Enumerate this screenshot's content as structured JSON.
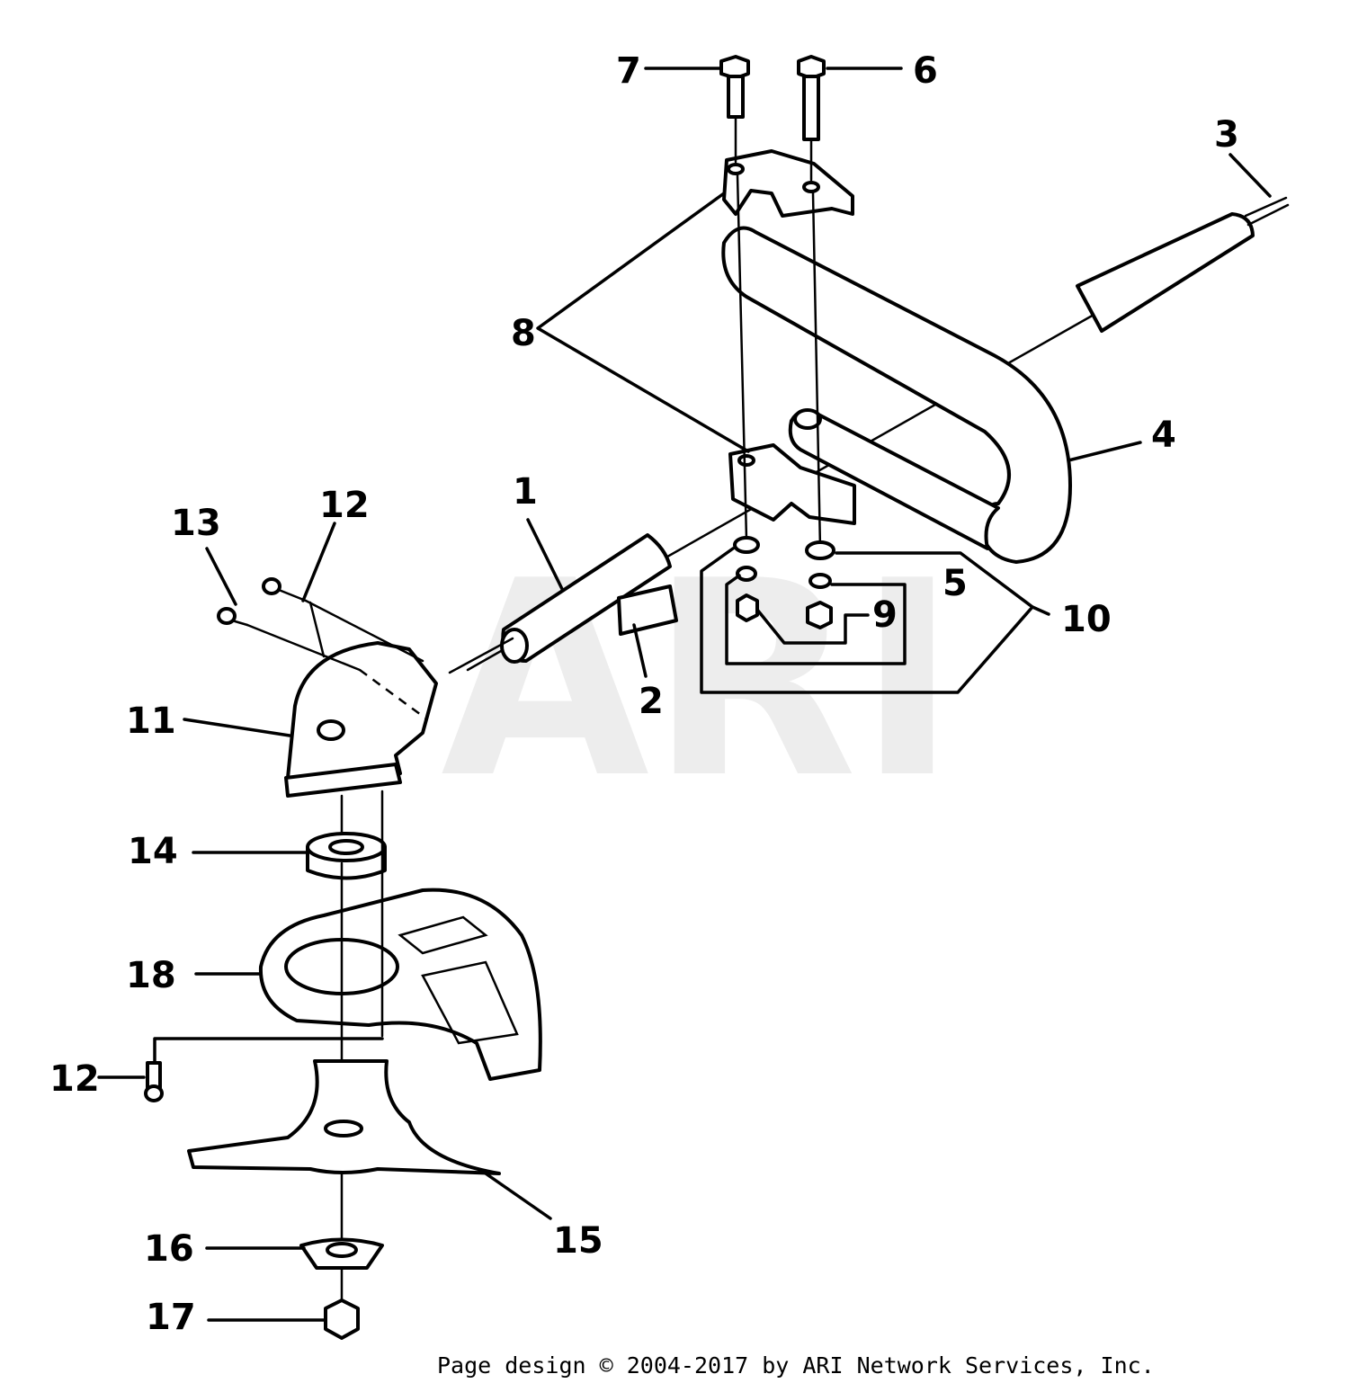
{
  "watermark": "ARI",
  "footer": "Page design © 2004-2017 by ARI Network Services, Inc.",
  "callouts": [
    {
      "id": "c1",
      "label": "1"
    },
    {
      "id": "c2",
      "label": "2"
    },
    {
      "id": "c3",
      "label": "3"
    },
    {
      "id": "c4",
      "label": "4"
    },
    {
      "id": "c5",
      "label": "5"
    },
    {
      "id": "c6",
      "label": "6"
    },
    {
      "id": "c7",
      "label": "7"
    },
    {
      "id": "c8",
      "label": "8"
    },
    {
      "id": "c9",
      "label": "9"
    },
    {
      "id": "c10",
      "label": "10"
    },
    {
      "id": "c11",
      "label": "11"
    },
    {
      "id": "c12a",
      "label": "12"
    },
    {
      "id": "c12b",
      "label": "12"
    },
    {
      "id": "c13",
      "label": "13"
    },
    {
      "id": "c14",
      "label": "14"
    },
    {
      "id": "c15",
      "label": "15"
    },
    {
      "id": "c16",
      "label": "16"
    },
    {
      "id": "c17",
      "label": "17"
    },
    {
      "id": "c18",
      "label": "18"
    }
  ]
}
